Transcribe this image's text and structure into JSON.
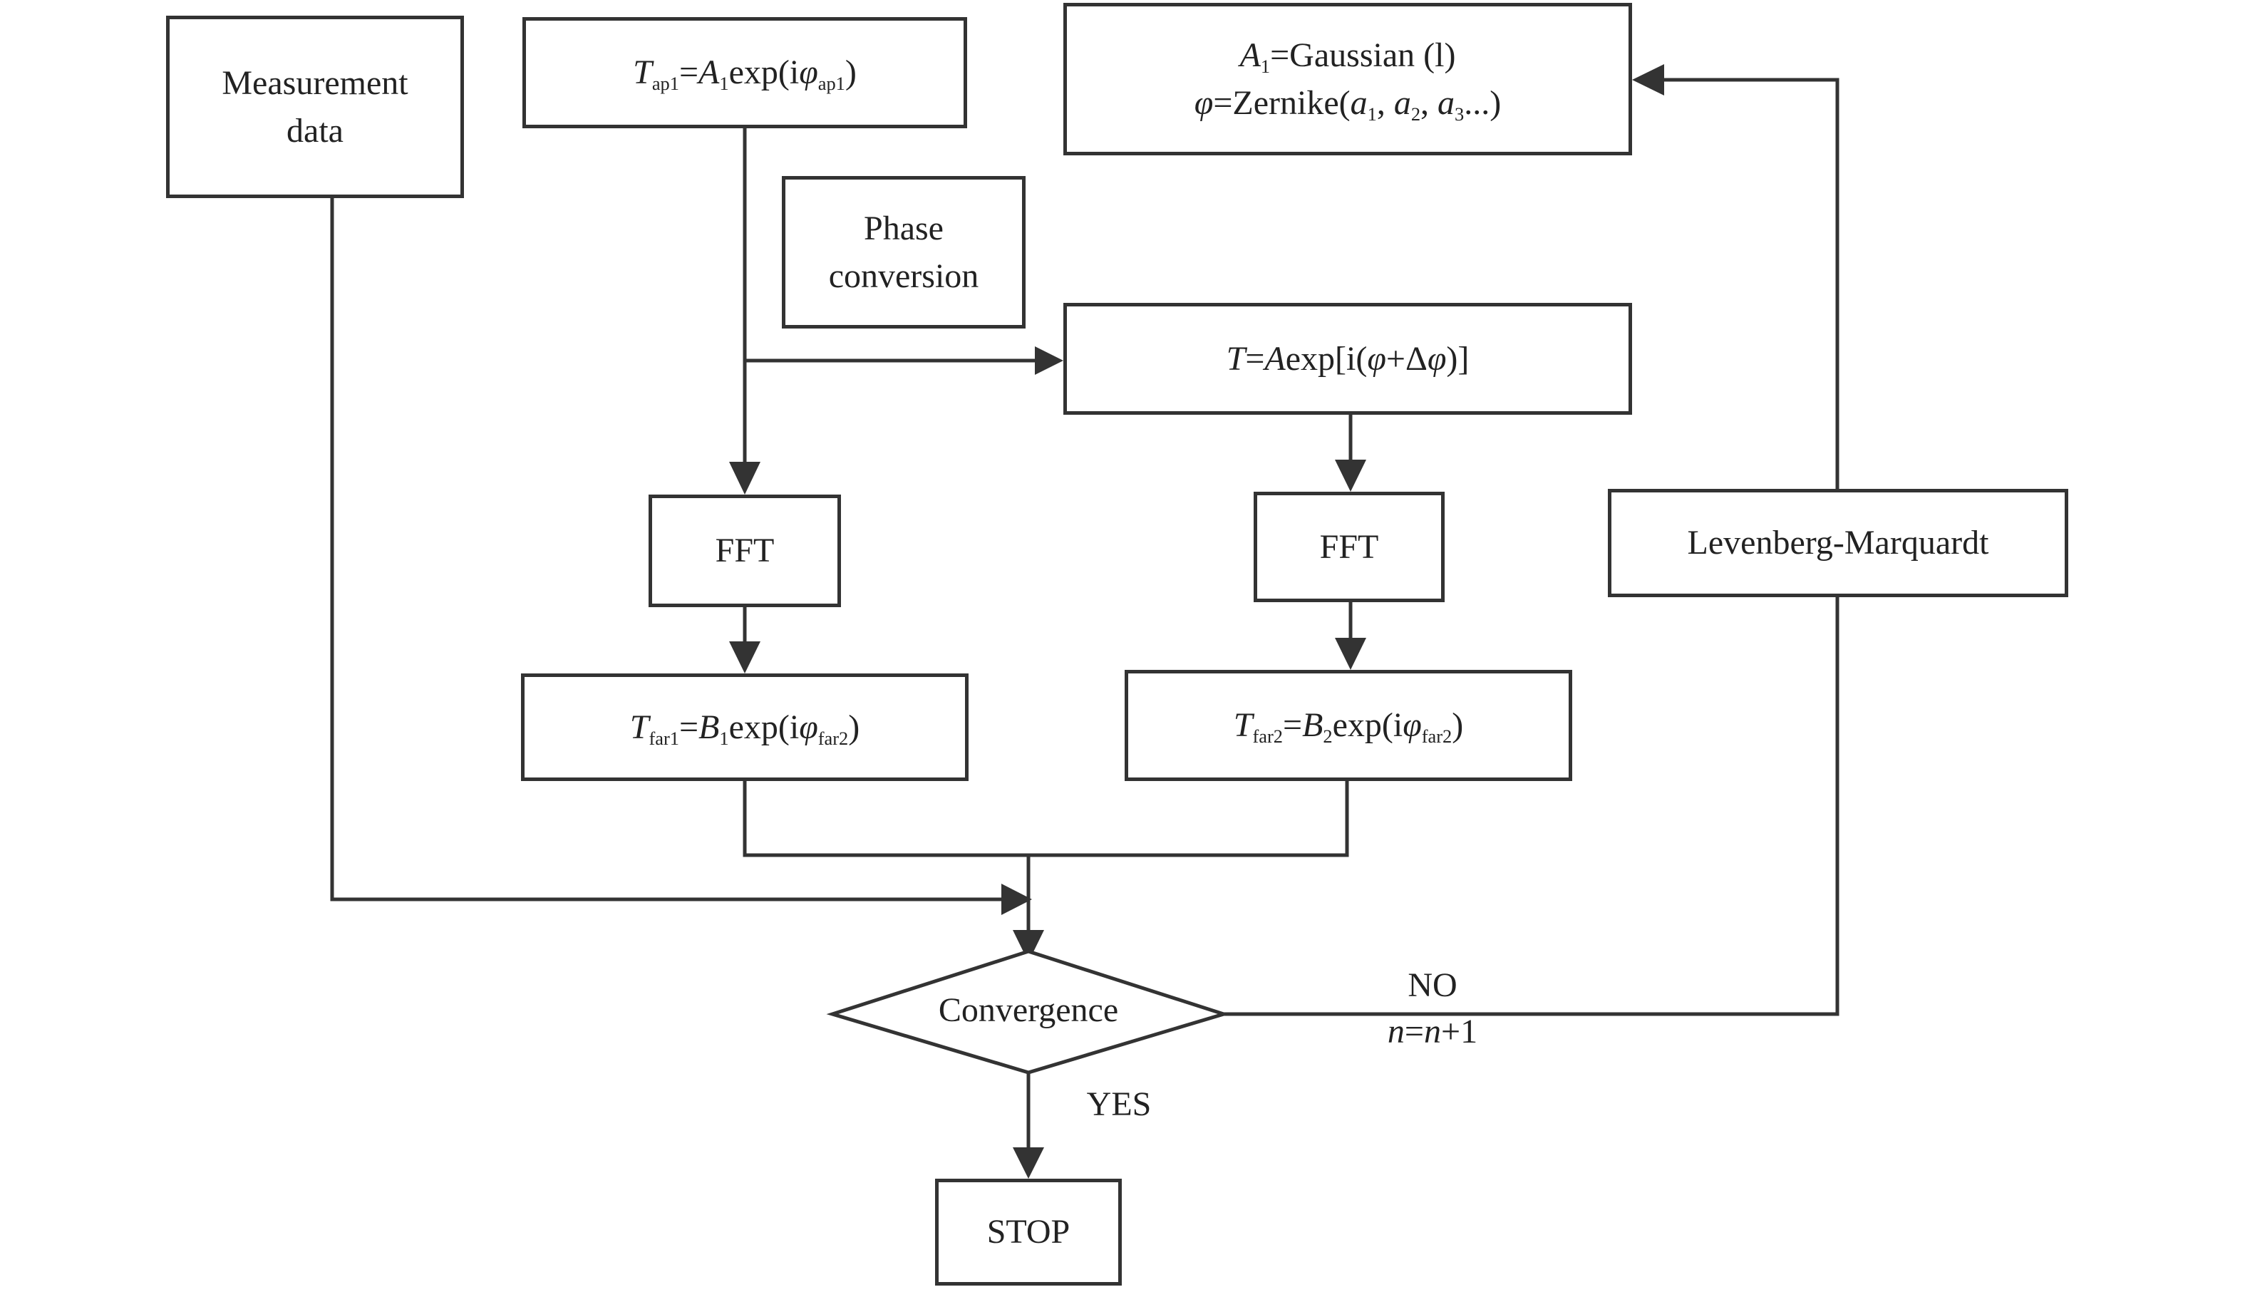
{
  "nodes": {
    "measurement": {
      "line1": "Measurement",
      "line2": "data"
    },
    "tap1": {
      "T": "T",
      "T_sub": "ap1",
      "eq": "=",
      "A": "A",
      "A_sub": "1",
      "exp": "exp(i",
      "phi": "φ",
      "phi_sub": "ap1",
      "close": ")"
    },
    "init": {
      "l1_A": "A",
      "l1_A_sub": "1",
      "l1_rest": "=Gaussian (l)",
      "l2_phi": "φ",
      "l2_mid": "=Zernike(",
      "a": "a",
      "a1_sub": "1",
      "sep1": ", ",
      "a2_sub": "2",
      "sep2": ", ",
      "a3_sub": "3",
      "l2_end": "...)"
    },
    "phase_conversion": {
      "line1": "Phase",
      "line2": "conversion"
    },
    "t_mod": {
      "T": "T",
      "eq": "=",
      "A": "A",
      "exp": "exp[i(",
      "phi": "φ",
      "plus": "+Δ",
      "phi2": "φ",
      "close": ")]"
    },
    "fft_left": {
      "label": "FFT"
    },
    "fft_right": {
      "label": "FFT"
    },
    "lm": {
      "label": "Levenberg-Marquardt"
    },
    "tfar1": {
      "T": "T",
      "T_sub": "far1",
      "eq": "=",
      "B": "B",
      "B_sub": "1",
      "exp": "exp(i",
      "phi": "φ",
      "phi_sub": "far2",
      "close": ")"
    },
    "tfar2": {
      "T": "T",
      "T_sub": "far2",
      "eq": "=",
      "B": "B",
      "B_sub": "2",
      "exp": "exp(i",
      "phi": "φ",
      "phi_sub": "far2",
      "close": ")"
    },
    "convergence": {
      "label": "Convergence"
    },
    "stop": {
      "label": "STOP"
    }
  },
  "edge_labels": {
    "no": "NO",
    "iter_n1": "n",
    "iter_eq": "=",
    "iter_n2": "n",
    "iter_plus": "+1",
    "yes": "YES"
  },
  "colors": {
    "stroke": "#333333",
    "background": "#ffffff"
  }
}
